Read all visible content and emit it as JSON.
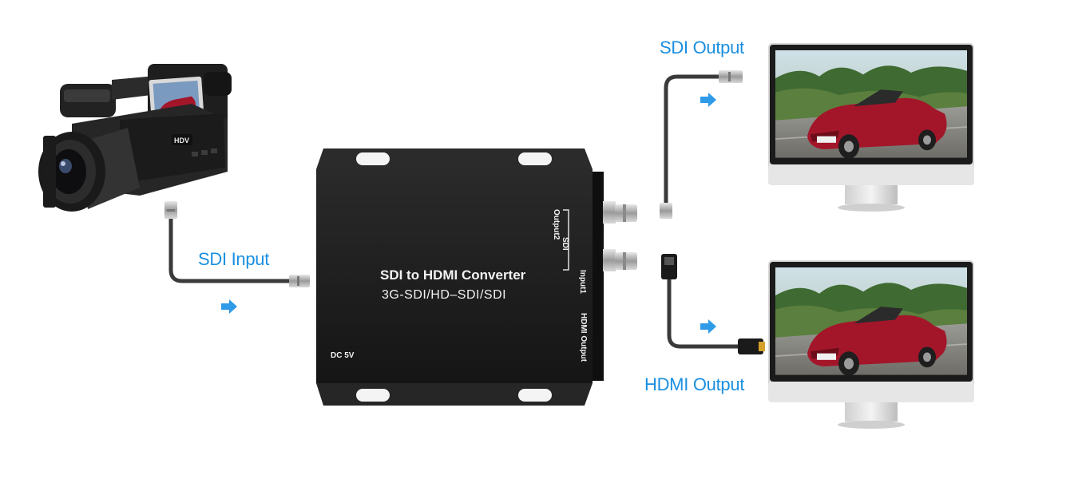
{
  "labels": {
    "sdi_input": "SDI Input",
    "sdi_output": "SDI Output",
    "hdmi_output": "HDMI Output"
  },
  "device": {
    "title": "SDI to HDMI Converter",
    "subtitle": "3G-SDI/HD–SDI/SDI",
    "dc": "DC  5V",
    "output2": "Output2",
    "sdi": "SDI",
    "input1": "Input1",
    "hdmi_output": "HDMI Output"
  },
  "camera": {
    "badge": "HDV"
  },
  "colors": {
    "label_blue": "#1a8fe0",
    "device_body": "#1c1c1c",
    "cable": "#3a3a3a",
    "car_red": "#a3162a"
  },
  "icons": {
    "arrow": "arrow-right-icon",
    "monitor": "monitor-icon",
    "camera": "camcorder-icon"
  }
}
